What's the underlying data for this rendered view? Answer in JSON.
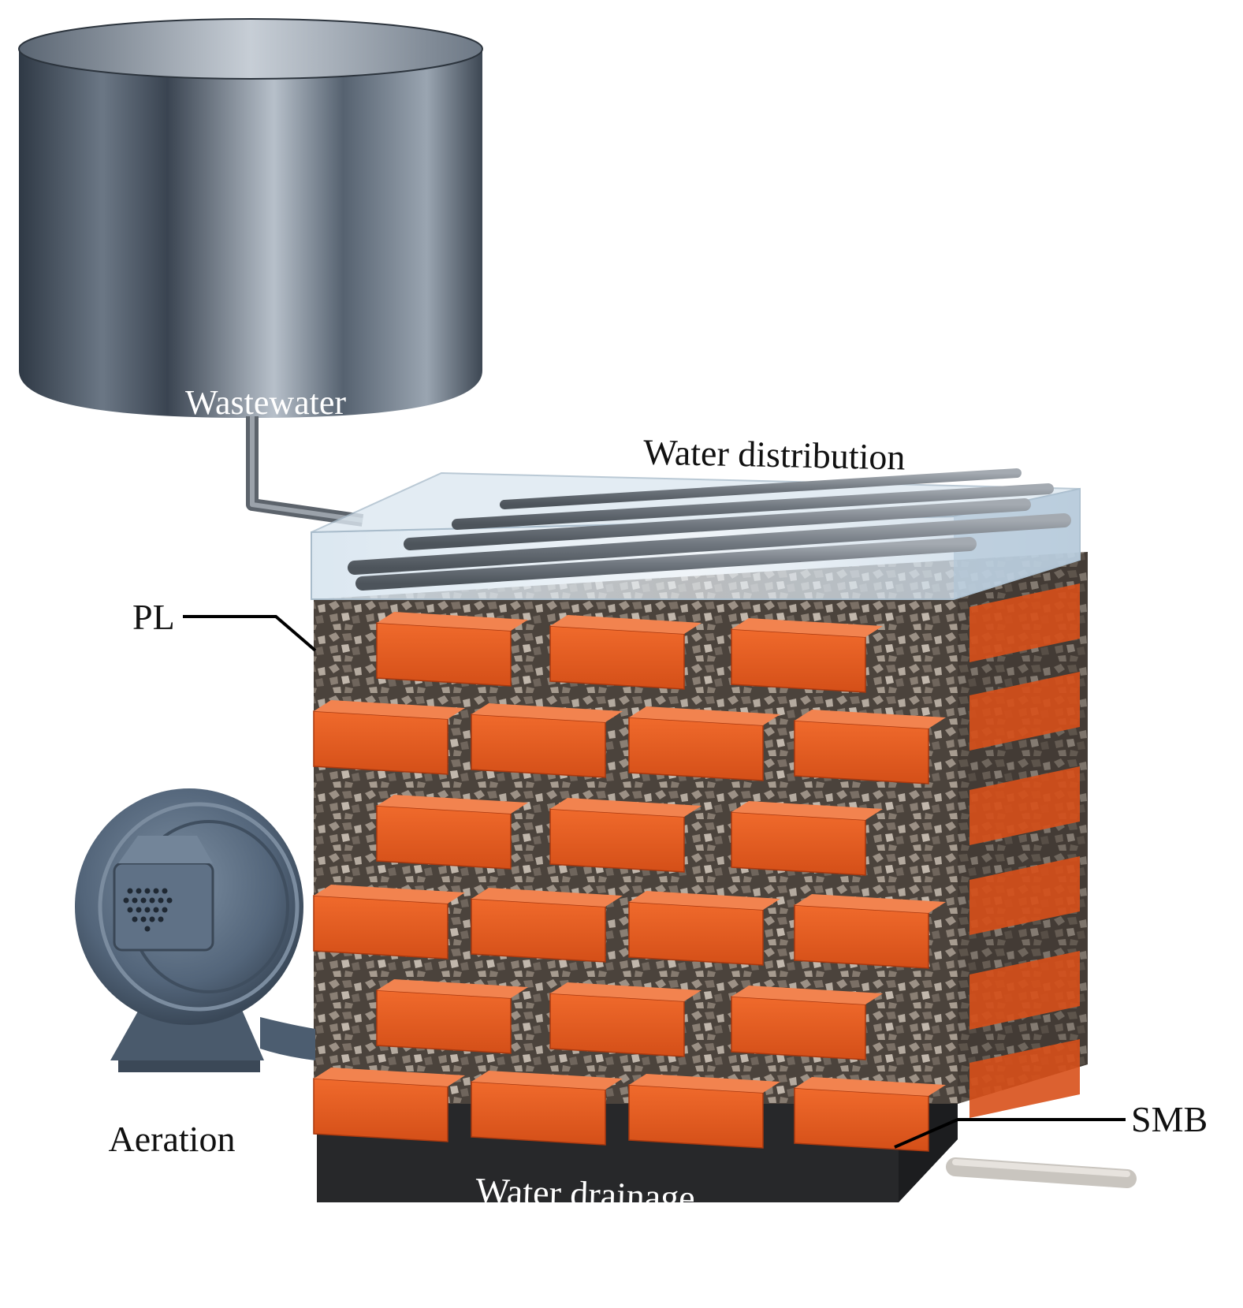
{
  "diagram": {
    "labels": {
      "wastewater": "Wastewater",
      "water_distribution": "Water distribution",
      "pl": "PL",
      "smb": "SMB",
      "aeration": "Aeration",
      "water_drainage": "Water drainage"
    },
    "colors": {
      "tank_dark": "#3f4a57",
      "tank_light": "#b9c2cc",
      "brick": "#e2581f",
      "brick_dark": "#a8380f",
      "gravel": "#6c6158",
      "glass": "#c9d9e6",
      "base": "#2e2f31",
      "blower": "#5d6f82"
    },
    "icons": {
      "tank": "cylinder-tank-icon",
      "blower": "blower-icon",
      "pipe": "pipe-icon"
    }
  }
}
